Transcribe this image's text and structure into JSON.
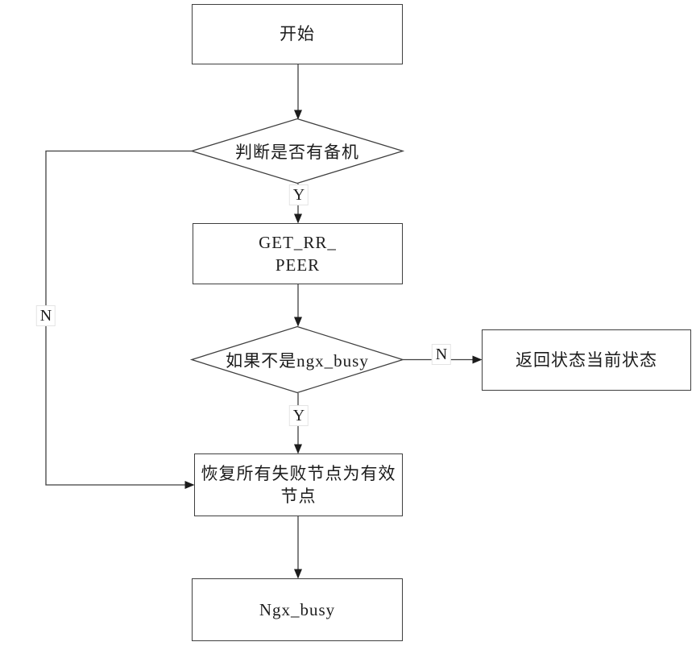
{
  "diagram": {
    "type": "flowchart",
    "background_color": "#ffffff",
    "line_color": "#3f3f3f",
    "text_color": "#1c1c1c",
    "nodes": {
      "start": {
        "shape": "rectangle",
        "label": "开始"
      },
      "check_backup": {
        "shape": "diamond",
        "label": "判断是否有备机"
      },
      "get_rr_peer": {
        "shape": "rectangle",
        "label": "GET_RR_\nPEER"
      },
      "check_not_ngx_busy": {
        "shape": "diamond",
        "label": "如果不是ngx_busy"
      },
      "return_current_status": {
        "shape": "rectangle",
        "label": "返回状态当前状态"
      },
      "recover_failed_nodes": {
        "shape": "rectangle",
        "label": "恢复所有失败节点为有效\n节点"
      },
      "ngx_busy": {
        "shape": "rectangle",
        "label": "Ngx_busy"
      }
    },
    "edge_labels": {
      "backup_yes": "Y",
      "backup_no": "N",
      "not_busy_yes": "Y",
      "not_busy_no": "N"
    },
    "edges": [
      "start -> check_backup",
      "check_backup -Y-> get_rr_peer",
      "check_backup -N-> recover_failed_nodes",
      "get_rr_peer -> check_not_ngx_busy",
      "check_not_ngx_busy -N-> return_current_status",
      "check_not_ngx_busy -Y-> recover_failed_nodes",
      "recover_failed_nodes -> ngx_busy"
    ]
  }
}
